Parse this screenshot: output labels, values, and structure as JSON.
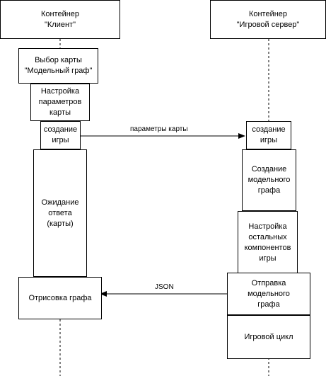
{
  "participants": {
    "client": {
      "title": "Контейнер\n\"Клиент\""
    },
    "server": {
      "title": "Контейнер\n\"Игровой сервер\""
    }
  },
  "client_steps": {
    "map_select": "Выбор карты\n\"Модельный граф\"",
    "map_params": "Настройка\nпараметров\nкарты",
    "create_game": "создание\nигры",
    "waiting": "Ожидание\nответа\n(карты)",
    "render_graph": "Отрисовка графа"
  },
  "server_steps": {
    "create_game": "создание\nигры",
    "create_model": "Создание\nмодельного\nграфа",
    "setup_components": "Настройка\nостальных\nкомпонентов\nигры",
    "send_model": "Отправка\nмодельного\nграфа",
    "game_loop": "Игровой цикл"
  },
  "messages": {
    "map_params": "параметры карты",
    "json": "JSON"
  },
  "colors": {
    "line": "#000000",
    "lifeline": "#000000",
    "fill": "#ffffff"
  }
}
